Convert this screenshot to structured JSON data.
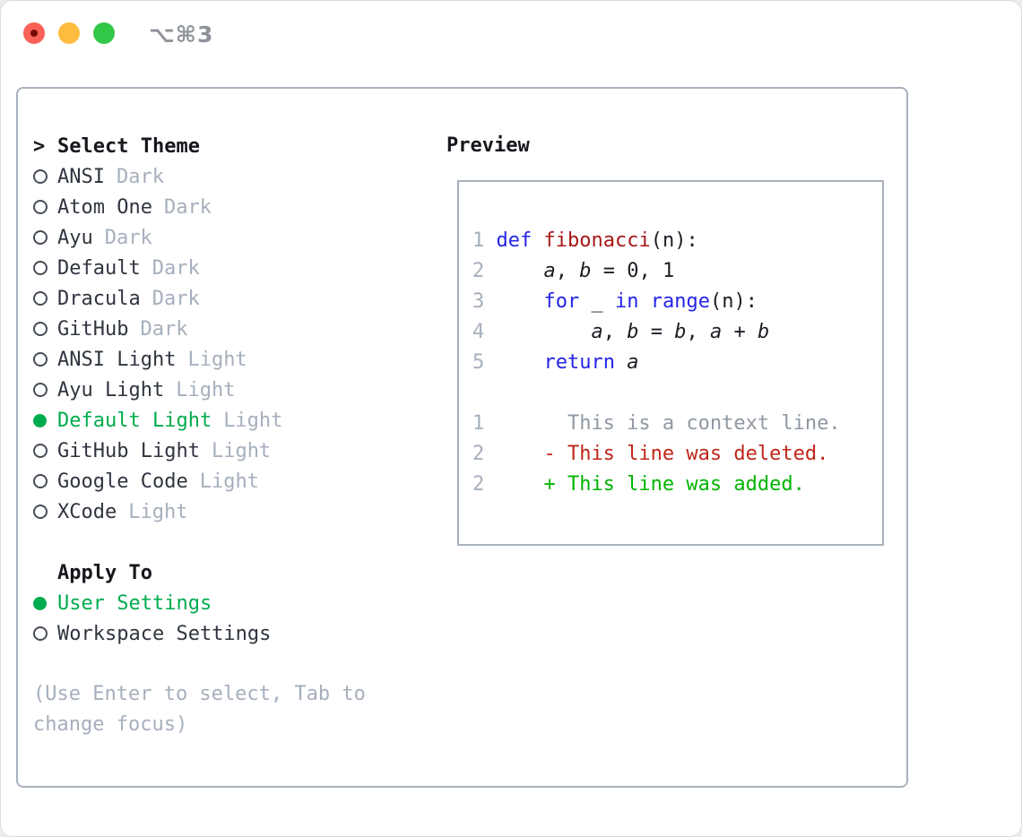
{
  "window": {
    "shortcut_label": "⌥⌘3"
  },
  "colors": {
    "accent_green": "#00ab4e",
    "added_green": "#00b400",
    "deleted_red": "#bf261a",
    "keyword_blue": "#2424e8",
    "function_red": "#a61717",
    "muted_gray": "#a6afbd",
    "panel_border": "#a9b1bd",
    "traffic_close": "#f96057",
    "traffic_minimize": "#fdbc40",
    "traffic_zoom": "#33c748"
  },
  "theme_selector": {
    "cursor": ">",
    "title": "Select Theme",
    "items": [
      {
        "label": "ANSI",
        "tag": "Dark",
        "selected": false
      },
      {
        "label": "Atom One",
        "tag": "Dark",
        "selected": false
      },
      {
        "label": "Ayu",
        "tag": "Dark",
        "selected": false
      },
      {
        "label": "Default",
        "tag": "Dark",
        "selected": false
      },
      {
        "label": "Dracula",
        "tag": "Dark",
        "selected": false
      },
      {
        "label": "GitHub",
        "tag": "Dark",
        "selected": false
      },
      {
        "label": "ANSI Light",
        "tag": "Light",
        "selected": false
      },
      {
        "label": "Ayu Light",
        "tag": "Light",
        "selected": false
      },
      {
        "label": "Default Light",
        "tag": "Light",
        "selected": true
      },
      {
        "label": "GitHub Light",
        "tag": "Light",
        "selected": false
      },
      {
        "label": "Google Code",
        "tag": "Light",
        "selected": false
      },
      {
        "label": "XCode",
        "tag": "Light",
        "selected": false
      }
    ]
  },
  "apply_to": {
    "title": "Apply To",
    "options": [
      {
        "label": "User Settings",
        "selected": true
      },
      {
        "label": "Workspace Settings",
        "selected": false
      }
    ]
  },
  "hint": "(Use Enter to select, Tab to change focus)",
  "preview": {
    "title": "Preview",
    "lines": [
      {
        "num": "1",
        "tokens": [
          [
            " ",
            ""
          ],
          [
            "def",
            "kw"
          ],
          [
            " ",
            ""
          ],
          [
            "fibonacci",
            "fn"
          ],
          [
            "(n):",
            ""
          ]
        ]
      },
      {
        "num": "2",
        "tokens": [
          [
            "     ",
            ""
          ],
          [
            "a",
            "var"
          ],
          [
            ", ",
            ""
          ],
          [
            "b",
            "var"
          ],
          [
            " = 0, 1",
            ""
          ]
        ]
      },
      {
        "num": "3",
        "tokens": [
          [
            "     ",
            ""
          ],
          [
            "for",
            "kw"
          ],
          [
            " _ ",
            ""
          ],
          [
            "in",
            "kw"
          ],
          [
            " ",
            ""
          ],
          [
            "range",
            "kw"
          ],
          [
            "(n):",
            ""
          ]
        ]
      },
      {
        "num": "4",
        "tokens": [
          [
            "         ",
            ""
          ],
          [
            "a",
            "var"
          ],
          [
            ", ",
            ""
          ],
          [
            "b",
            "var"
          ],
          [
            " = ",
            ""
          ],
          [
            "b",
            "var"
          ],
          [
            ", ",
            ""
          ],
          [
            "a",
            "var"
          ],
          [
            " + ",
            ""
          ],
          [
            "b",
            "var"
          ]
        ]
      },
      {
        "num": "5",
        "tokens": [
          [
            "     ",
            ""
          ],
          [
            "return",
            "kw"
          ],
          [
            " ",
            ""
          ],
          [
            "a",
            "var"
          ]
        ]
      },
      {
        "num": "",
        "tokens": []
      },
      {
        "num": "1",
        "tokens": [
          [
            "       This is a context line.",
            "ctx"
          ]
        ]
      },
      {
        "num": "2",
        "tokens": [
          [
            "     - This line was deleted.",
            "del"
          ]
        ]
      },
      {
        "num": "2",
        "tokens": [
          [
            "     + This line was added.",
            "add"
          ]
        ]
      }
    ]
  }
}
